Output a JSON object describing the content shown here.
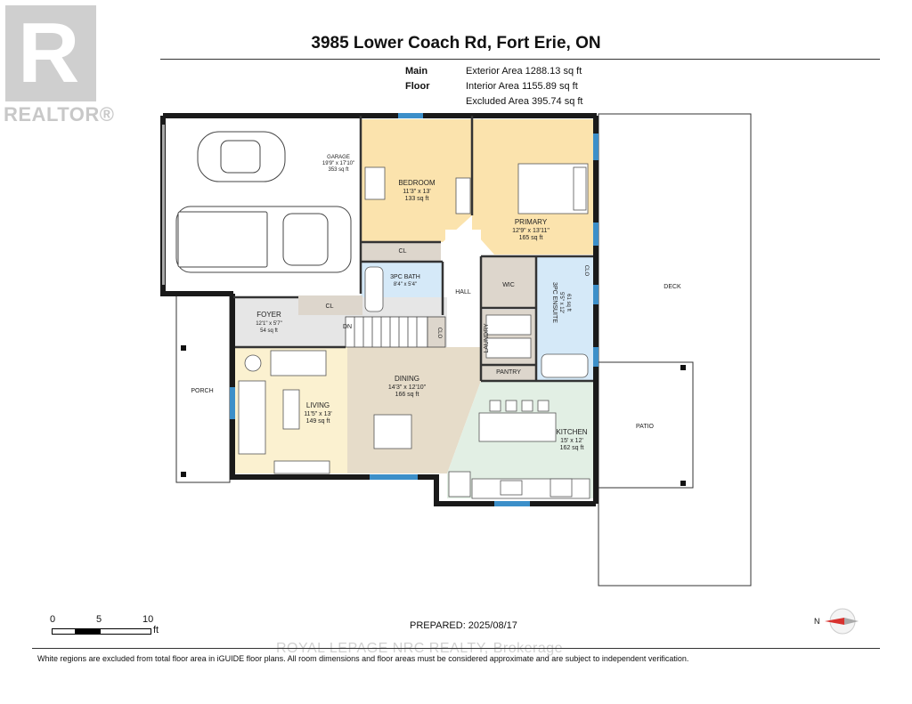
{
  "brand": {
    "logo_letter": "R",
    "logo_text": "REALTOR®"
  },
  "header": {
    "address": "3985 Lower Coach Rd, Fort Erie, ON"
  },
  "area_summary": {
    "floor_label": "Main Floor",
    "exterior": "Exterior Area 1288.13 sq ft",
    "interior": "Interior Area 1155.89 sq ft",
    "excluded": "Excluded Area 395.74 sq ft"
  },
  "rooms": {
    "garage": {
      "name": "GARAGE",
      "dims": "19'9\" x 17'10\"",
      "area": "353 sq ft"
    },
    "bedroom": {
      "name": "BEDROOM",
      "dims": "11'3\" x 13'",
      "area": "133 sq ft"
    },
    "primary": {
      "name": "PRIMARY",
      "dims": "12'9\" x 13'11\"",
      "area": "165 sq ft"
    },
    "bath": {
      "name": "3PC BATH",
      "dims": "8'4\" x 5'4\""
    },
    "ensuite": {
      "name": "3PC ENSUITE",
      "dims": "5'5\" x 12'",
      "area": "61 sq ft"
    },
    "foyer": {
      "name": "FOYER",
      "dims": "12'1\" x 5'7\"",
      "area": "54 sq ft"
    },
    "dining": {
      "name": "DINING",
      "dims": "14'3\" x 12'10\"",
      "area": "166 sq ft"
    },
    "living": {
      "name": "LIVING",
      "dims": "11'5\" x 13'",
      "area": "149 sq ft"
    },
    "kitchen": {
      "name": "KITCHEN",
      "dims": "15' x 12'",
      "area": "162 sq ft"
    }
  },
  "labels": {
    "hall": "HALL",
    "wic": "WIC",
    "cl": "CL",
    "clo": "CLO",
    "dn": "DN",
    "laundry": "LAUNDRY",
    "pantry": "PANTRY",
    "deck": "DECK",
    "patio": "PATIO",
    "porch": "PORCH"
  },
  "scale": {
    "t0": "0",
    "t5": "5",
    "t10": "10",
    "unit": "ft"
  },
  "compass": {
    "north": "N"
  },
  "prepared": "PREPARED: 2025/08/17",
  "watermark": "ROYAL LEPAGE NRC REALTY, Brokerage",
  "disclaimer": "White regions are excluded from total floor area in iGUIDE floor plans. All room dimensions and floor areas must be considered approximate and are subject to independent verification.",
  "colors": {
    "wall": "#1a1a1a",
    "bedroom": "#fbe3ad",
    "living": "#fbf1d0",
    "dining": "#e6dcc9",
    "kitchen": "#e2efe4",
    "bath": "#d5e9f8",
    "closet": "#ddd6cc",
    "window": "#3c8fc9"
  }
}
